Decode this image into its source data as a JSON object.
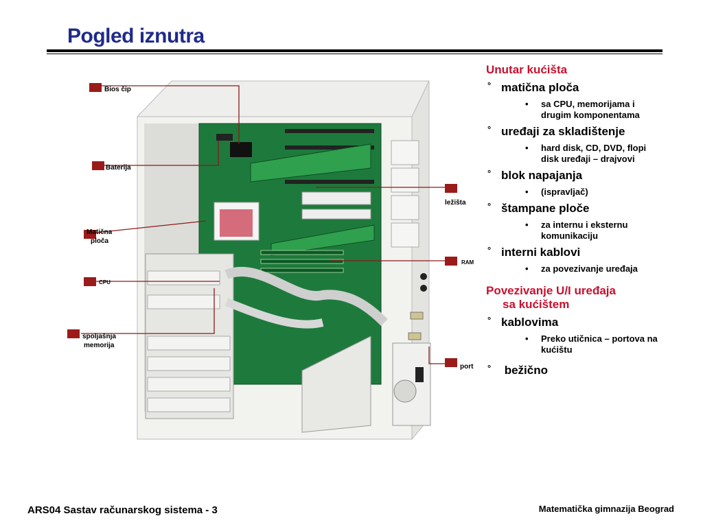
{
  "title": "Pogled iznutra",
  "figure_labels": {
    "bios": "Bios čip",
    "baterija": "Baterija",
    "maticna_1": "Matična",
    "maticna_2": "ploča",
    "cpu": "CPU",
    "spoljasnja_1": "spoljašnja",
    "spoljasnja_2": "memorija",
    "lezista": "ležišta",
    "ram": "RAM",
    "port": "port"
  },
  "sections": [
    {
      "heading": "Unutar kućišta",
      "items": [
        {
          "text": "matična ploča",
          "sub": [
            "sa CPU, memorijama i drugim komponentama"
          ]
        },
        {
          "text": "uređaji za skladištenje",
          "sub": [
            "hard disk, CD, DVD, flopi disk uređaji – drajvovi"
          ]
        },
        {
          "text": "blok napajanja",
          "sub": [
            "(ispravljač)"
          ]
        },
        {
          "text": "štampane ploče",
          "sub": [
            "za internu i eksternu komunikaciju"
          ]
        },
        {
          "text": "interni kablovi",
          "sub": [
            "za povezivanje uređaja"
          ]
        }
      ]
    },
    {
      "heading_line1": "Povezivanje U/I uređaja",
      "heading_line2": "sa kućištem",
      "items": [
        {
          "text": "kablovima",
          "sub": [
            "Preko utičnica – portova na kućištu"
          ]
        },
        {
          "text": " bežično",
          "sub": []
        }
      ]
    }
  ],
  "bullet_l1": "°",
  "bullet_l2": "•",
  "footer": {
    "left": "ARS04 Sastav računarskog sistema - 3",
    "right": "Matematička gimnazija Beograd"
  },
  "colors": {
    "title": "#1f2a8a",
    "heading": "#c8102e",
    "callout": "#8b1a1a",
    "board": "#1e7a3c"
  }
}
